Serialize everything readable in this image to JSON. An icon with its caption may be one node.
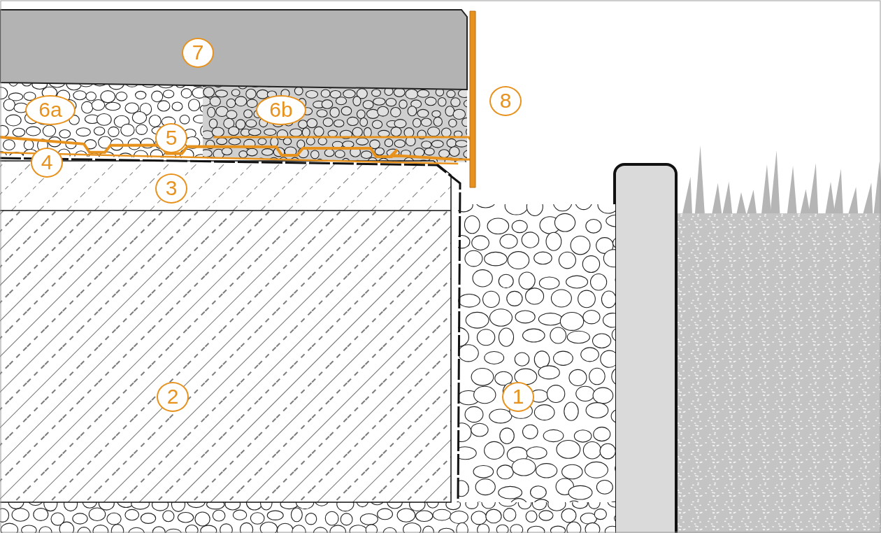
{
  "diagram": {
    "labels": [
      "7",
      "8",
      "6a",
      "6b",
      "5",
      "4",
      "3",
      "2",
      "1"
    ]
  }
}
